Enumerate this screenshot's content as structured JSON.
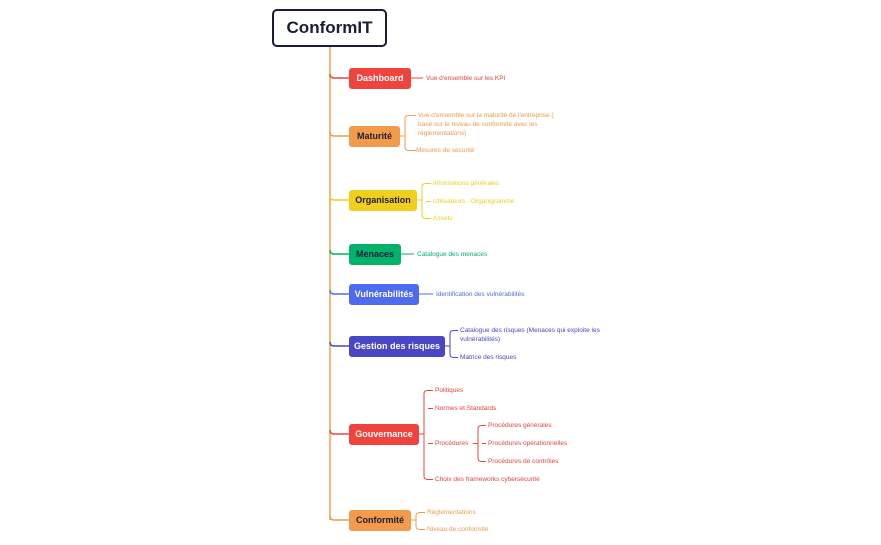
{
  "root": {
    "label": "ConformIT"
  },
  "colors": {
    "trunk": "#f0a04b",
    "red": "#f0433e",
    "orange": "#f39b4b",
    "yellow": "#f2cf1d",
    "green": "#00b26a",
    "blue": "#4e6bf0",
    "indigo": "#4a47c6"
  },
  "branches": [
    {
      "label": "Dashboard",
      "color": "#f0433e",
      "text_color": "#ffffff",
      "children": [
        {
          "label": "Vue d'ensemble sur les KPI"
        }
      ]
    },
    {
      "label": "Maturité",
      "color": "#f39b4b",
      "text_color": "#1a1d3a",
      "children": [
        {
          "label": "Vue d'ensemble sur la maturité de l'entreprise ( basé sur le niveau de conformité avec les réglementations)"
        },
        {
          "label": "Mesures de sécurité"
        }
      ]
    },
    {
      "label": "Organisation",
      "color": "#f2cf1d",
      "text_color": "#1a1d3a",
      "children": [
        {
          "label": "Informations générales"
        },
        {
          "label": "Utilisateurs - Organigramme"
        },
        {
          "label": "Assets"
        }
      ]
    },
    {
      "label": "Menaces",
      "color": "#00b26a",
      "text_color": "#1a1d3a",
      "children": [
        {
          "label": "Catalogue des menaces"
        }
      ]
    },
    {
      "label": "Vulnérabilités",
      "color": "#4e6bf0",
      "text_color": "#ffffff",
      "children": [
        {
          "label": "Identification des vulnérabilités"
        }
      ]
    },
    {
      "label": "Gestion des risques",
      "color": "#4a47c6",
      "text_color": "#ffffff",
      "children": [
        {
          "label": "Catalogue des risques (Menaces qui exploite les vulnérabilités)"
        },
        {
          "label": "Matrice des risques"
        }
      ]
    },
    {
      "label": "Gouvernance",
      "color": "#f0433e",
      "text_color": "#ffffff",
      "children": [
        {
          "label": "Politiques"
        },
        {
          "label": "Normes et Standards"
        },
        {
          "label": "Procédures",
          "children": [
            {
              "label": "Procédures générales"
            },
            {
              "label": "Procédures opérationnelles"
            },
            {
              "label": "Procédures de contrôles"
            }
          ]
        },
        {
          "label": "Choix des frameworks cybersécurité"
        }
      ]
    },
    {
      "label": "Conformité",
      "color": "#f39b4b",
      "text_color": "#1a1d3a",
      "children": [
        {
          "label": "Réglementations"
        },
        {
          "label": "Niveau de conformité"
        }
      ]
    }
  ]
}
